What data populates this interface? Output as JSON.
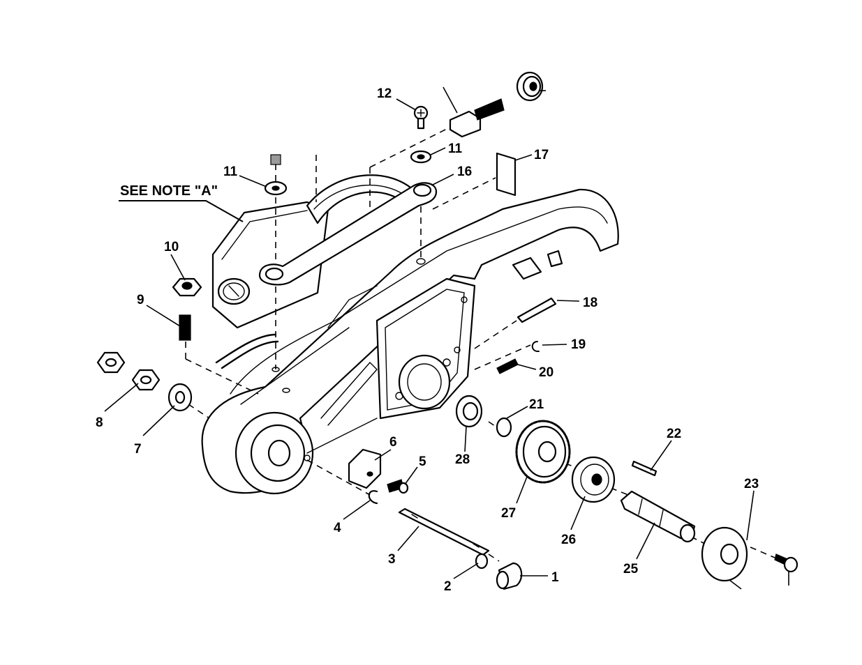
{
  "note_label": "SEE NOTE \"A\"",
  "callouts": {
    "p1": "1",
    "p2": "2",
    "p3": "3",
    "p4": "4",
    "p5": "5",
    "p6": "6",
    "p7": "7",
    "p8": "8",
    "p9": "9",
    "p10": "10",
    "p11a": "11",
    "p11b": "11",
    "p12": "12",
    "p16": "16",
    "p17": "17",
    "p18": "18",
    "p19": "19",
    "p20": "20",
    "p21": "21",
    "p22": "22",
    "p23": "23",
    "p25": "25",
    "p26": "26",
    "p27": "27",
    "p28": "28"
  }
}
